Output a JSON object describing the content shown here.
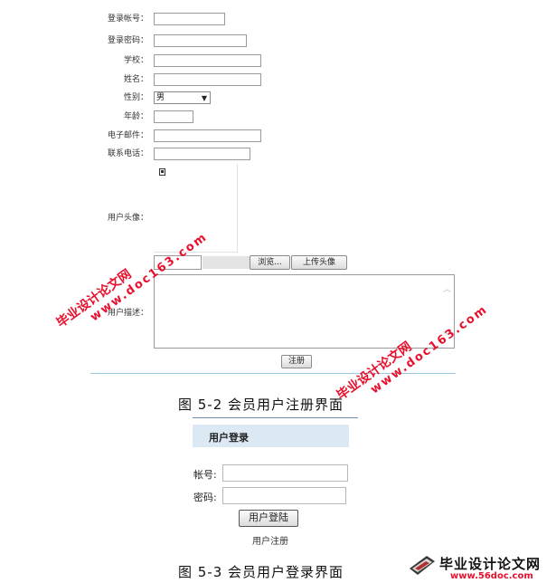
{
  "register_form": {
    "fields": [
      {
        "label": "登录帐号："
      },
      {
        "label": "登录密码："
      },
      {
        "label": "学校："
      },
      {
        "label": "姓名："
      },
      {
        "label": "性别：",
        "value": "男"
      },
      {
        "label": "年龄："
      },
      {
        "label": "电子邮件："
      },
      {
        "label": "联系电话："
      },
      {
        "label": "用户头像："
      },
      {
        "label": "用户描述："
      }
    ],
    "browse_label": "浏览...",
    "upload_label": "上传头像",
    "submit_label": "注册"
  },
  "captions": {
    "fig1": "图 5-2 会员用户注册界面",
    "fig2": "图 5-3 会员用户登录界面"
  },
  "login_panel": {
    "header": "用户登录",
    "account_label": "帐号:",
    "password_label": "密码:",
    "login_label": "用户登陆",
    "register_link": "用户注册"
  },
  "watermarks": {
    "site_cn": "毕业设计论文网",
    "site_url": "www.doc163.com",
    "logo_url": "www.56doc.com"
  },
  "colors": {
    "watermark": "#e8112d",
    "login_header_bg": "#dce9f5",
    "divider": "#9cc9e4"
  }
}
